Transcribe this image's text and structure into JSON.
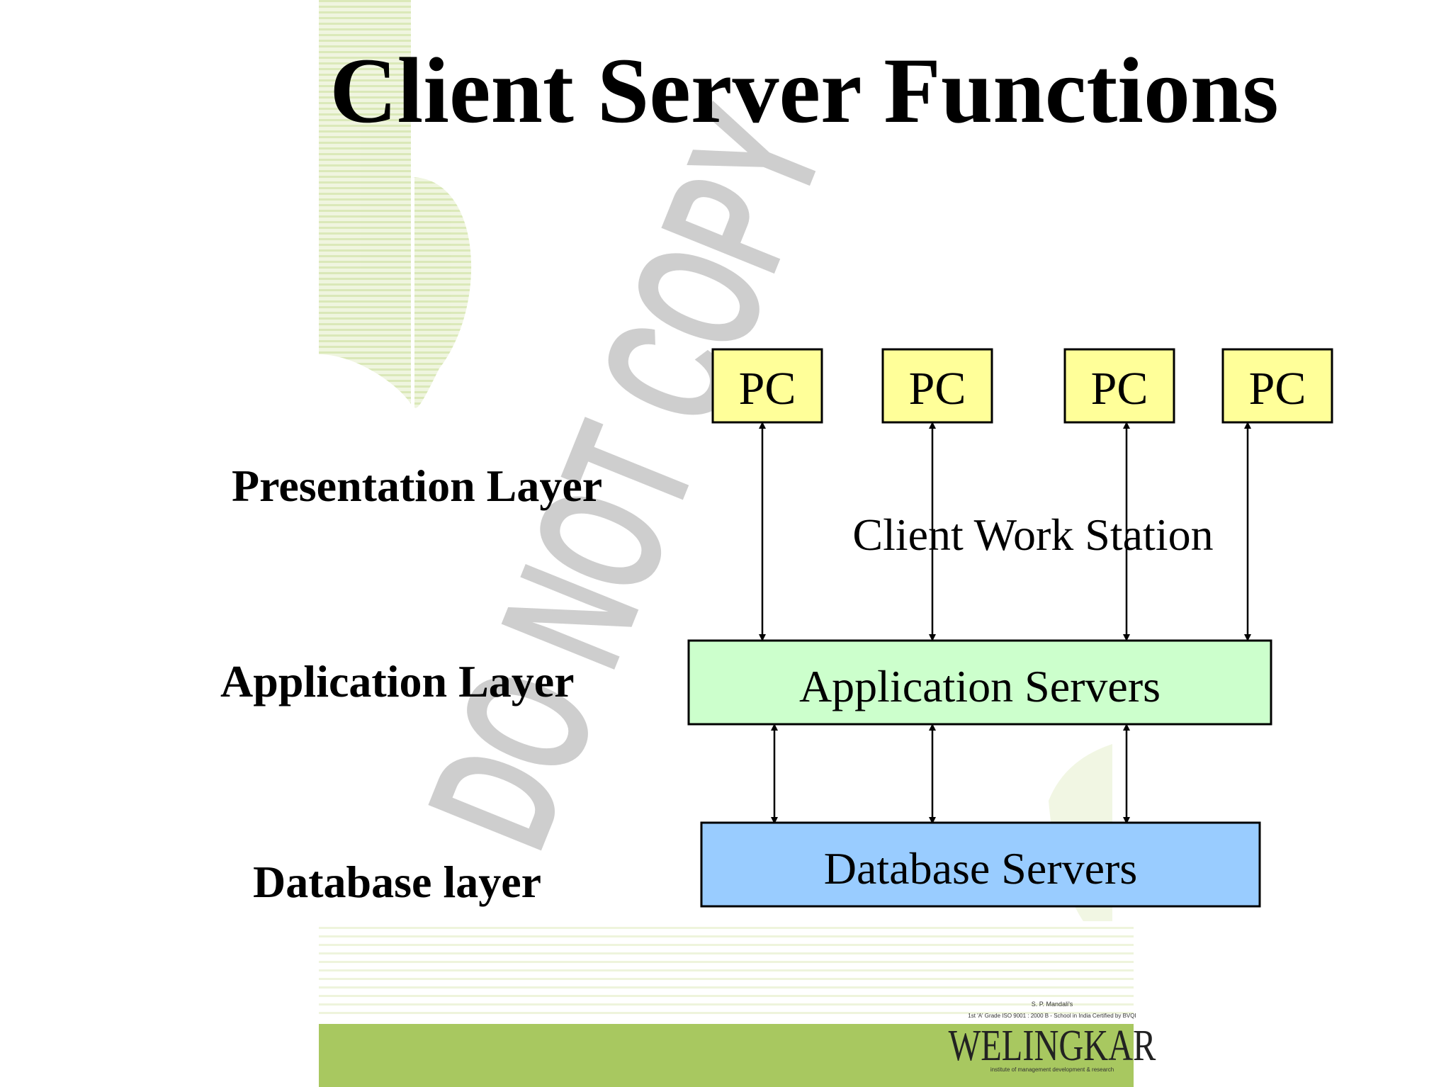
{
  "title": "Client Server Functions",
  "layers": {
    "presentation": "Presentation Layer",
    "application": "Application Layer",
    "database": "Database layer"
  },
  "diagram": {
    "pcs": [
      "PC",
      "PC",
      "PC",
      "PC"
    ],
    "client_label": "Client Work Station",
    "app_servers": "Application Servers",
    "db_servers": "Database Servers"
  },
  "watermark": "DO NOT COPY",
  "logo": {
    "top_line": "S. P. Mandali's",
    "cert_line": "1st 'A' Grade ISO 9001 : 2000 B - School in India Certified by BVQI",
    "brand": "WELINGKAR",
    "tagline": "institute of management development & research"
  },
  "colors": {
    "pc_fill": "#ffff99",
    "app_fill": "#ccffcc",
    "db_fill": "#99ccff",
    "accent_green": "#a8c860",
    "watermark_gray": "#bdbdbd"
  }
}
